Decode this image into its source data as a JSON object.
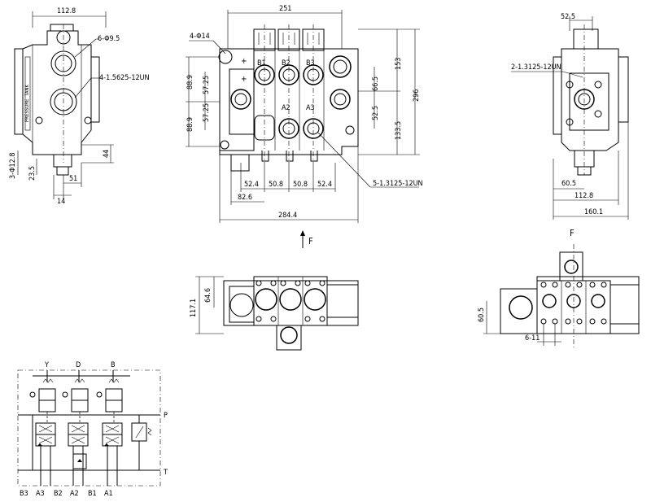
{
  "side_view_left": {
    "dims": [
      "112.8",
      "6-Φ9.5",
      "4-1.5625-12UN",
      "3-Φ12.8",
      "23.5",
      "44",
      "51",
      "14"
    ]
  },
  "front_view": {
    "dims": [
      "251",
      "4-Φ14",
      "88.9",
      "88.9",
      "57.25",
      "57.25",
      "153",
      "296",
      "66.5",
      "52.5",
      "133.5",
      "52.4",
      "50.8",
      "50.8",
      "52.4",
      "82.6",
      "284.4",
      "5-1.3125-12UN"
    ],
    "port_labels": [
      "B1",
      "B2",
      "B3",
      "A2",
      "A3"
    ]
  },
  "side_view_right": {
    "dims": [
      "52.5",
      "2-1.3125-12UN",
      "60.5",
      "112.8",
      "160.1"
    ]
  },
  "view_labels": {
    "f_front": "F",
    "f_right": "F"
  },
  "bottom_view": {
    "dims": [
      "117.1",
      "64.6"
    ]
  },
  "right_bottom_view": {
    "dims": [
      "60.5",
      "6-11"
    ]
  },
  "schematic": {
    "top_labels": [
      "Y",
      "D",
      "B"
    ],
    "side_labels": [
      "P",
      "T"
    ],
    "bottom_labels": [
      "B3",
      "A3",
      "B2",
      "A2",
      "B1",
      "A1"
    ]
  }
}
